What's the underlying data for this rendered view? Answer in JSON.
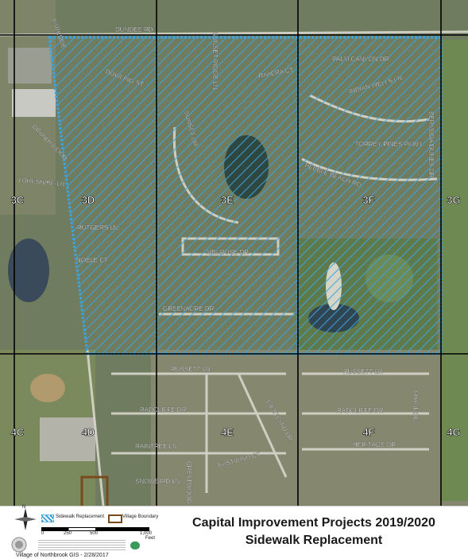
{
  "map": {
    "streets": [
      {
        "id": "dundee",
        "label": "DUNDEE RD"
      },
      {
        "id": "dowling",
        "label": "DOWLING ST"
      },
      {
        "id": "parkside",
        "label": "PARKSIDE"
      },
      {
        "id": "brandywood",
        "label": "BRANDYWOOD"
      },
      {
        "id": "yorkshire",
        "label": "YORKSHIRE LN"
      },
      {
        "id": "sunset",
        "label": "SUNSET DR"
      },
      {
        "id": "sunset_ridge",
        "label": "SUNSET RIDGE LN"
      },
      {
        "id": "riviera",
        "label": "RIVIERA CT"
      },
      {
        "id": "palm_canyon",
        "label": "PALM CANYON DR"
      },
      {
        "id": "indian_wells",
        "label": "INDIAN WELLS LN"
      },
      {
        "id": "torrey_pines",
        "label": "TORREY PINES PKWY"
      },
      {
        "id": "pebble_beach",
        "label": "PEBBLE BEACH RD"
      },
      {
        "id": "bermuda_dunes",
        "label": "BERMUDA DUNES DR"
      },
      {
        "id": "rutgers",
        "label": "RUTGERS LN"
      },
      {
        "id": "noble",
        "label": "NOBLE CT"
      },
      {
        "id": "melrose",
        "label": "MELROSE DR"
      },
      {
        "id": "greenacre",
        "label": "GREENACRE DR"
      },
      {
        "id": "russett1",
        "label": "RUSSETT LN"
      },
      {
        "id": "russett2",
        "label": "RUSSETT LN"
      },
      {
        "id": "radcliffe1",
        "label": "RADCLIFFE DR"
      },
      {
        "id": "radcliffe2",
        "label": "RADCLIFFE DR"
      },
      {
        "id": "raintree",
        "label": "RAINTREE LN"
      },
      {
        "id": "eastwind",
        "label": "EASTWIND CT"
      },
      {
        "id": "snowbird",
        "label": "SNOWBIRD LN"
      },
      {
        "id": "heritage",
        "label": "HERITAGE DR"
      },
      {
        "id": "westwind",
        "label": "WESTWIND DR"
      },
      {
        "id": "shannon",
        "label": "SHANNON"
      },
      {
        "id": "crestwood",
        "label": "CRESTWOOD"
      }
    ],
    "grid_labels": [
      "3C",
      "3D",
      "3E",
      "3F",
      "3G",
      "4C",
      "4D",
      "4E",
      "4F",
      "4G"
    ]
  },
  "legend": {
    "sidewalk_label": "Sidewalk Replacement",
    "boundary_label": "Village Boundary",
    "scale_ticks": [
      "0",
      "250",
      "500",
      "1,000"
    ],
    "scale_unit": "Feet",
    "north": "N",
    "credit": "Village of Northbrook GIS - 2/28/2017"
  },
  "title": {
    "line1": "Capital Improvement Projects 2019/2020",
    "line2": "Sidewalk Replacement"
  },
  "colors": {
    "hatch": "#3da3dd",
    "boundary": "#7a4a1a",
    "grid": "#000000"
  }
}
